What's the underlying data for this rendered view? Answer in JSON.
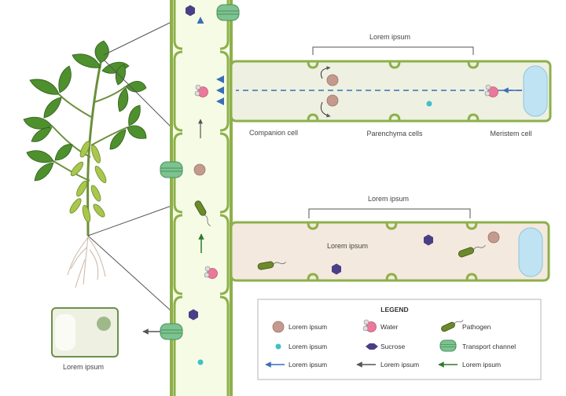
{
  "labels": {
    "top_bracket": "Lorem ipsum",
    "companion_cell": "Companion cell",
    "parenchyma_cells": "Parenchyma cells",
    "meristem_cell": "Meristem cell",
    "lower_bracket": "Lorem ipsum",
    "lower_flow": "Lorem ipsum",
    "isolated_cell": "Lorem ipsum"
  },
  "legend": {
    "title": "LEGEND",
    "items": [
      {
        "icon": "brown-circle-icon",
        "label": "Lorem ipsum"
      },
      {
        "icon": "water-molecule-icon",
        "label": "Water"
      },
      {
        "icon": "pathogen-icon",
        "label": "Pathogen"
      },
      {
        "icon": "teal-dot-icon",
        "label": "Lorem ipsum"
      },
      {
        "icon": "sucrose-hexagon-icon",
        "label": "Sucrose"
      },
      {
        "icon": "transport-channel-icon",
        "label": "Transport channel"
      },
      {
        "icon": "blue-arrow-icon",
        "label": "Lorem ipsum"
      },
      {
        "icon": "gray-arrow-icon",
        "label": "Lorem ipsum"
      },
      {
        "icon": "green-arrow-icon",
        "label": "Lorem ipsum"
      }
    ]
  },
  "colors": {
    "cell_wall": "#8db04a",
    "vessel_fill": "#f6fbe6",
    "upper_cell_fill": "#eef0e2",
    "lower_cell_fill": "#f3e9de",
    "blue_arrow": "#3a6fb5",
    "green_arrow": "#2f7a2a",
    "gray_arrow": "#555555",
    "sucrose": "#4a3f86",
    "brown_particle": "#c49a8f",
    "water": "#e97a9a",
    "meristem_vacuole": "#bfe3f2"
  }
}
